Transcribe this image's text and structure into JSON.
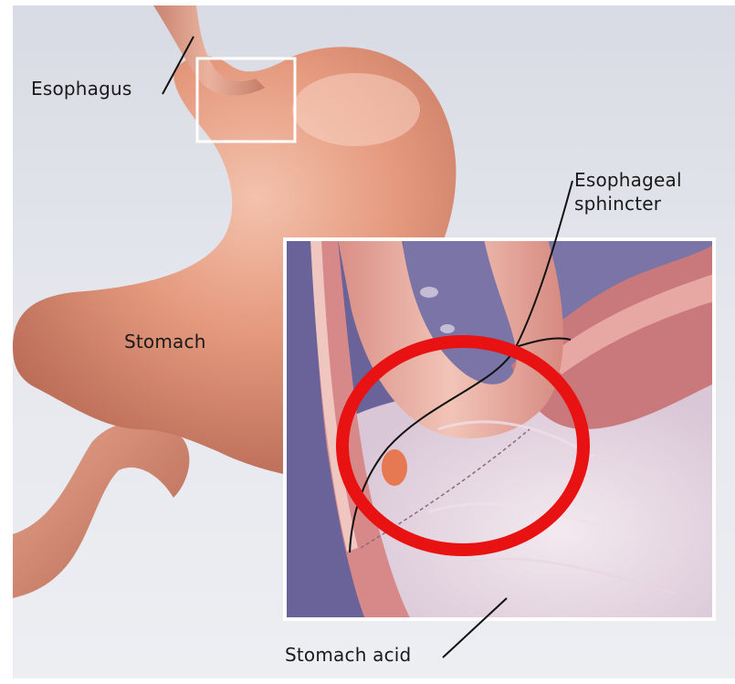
{
  "labels": {
    "esophagus": "Esophagus",
    "stomach": "Stomach",
    "sphincter_line1": "Esophageal",
    "sphincter_line2": "sphincter",
    "stomach_acid": "Stomach acid"
  },
  "colors": {
    "background": "#e6e8ee",
    "stomach": "#e2967a",
    "inset_frame": "#ffffff",
    "highlight_circle": "#e81212",
    "leader_line": "#111111"
  }
}
